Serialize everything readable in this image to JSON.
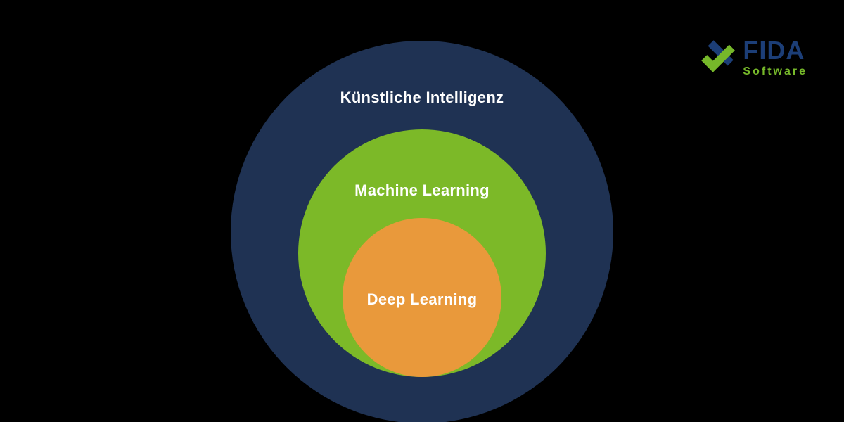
{
  "background_color": "#000000",
  "diagram": {
    "type": "nested-circles",
    "rings": {
      "outer": {
        "label": "Künstliche Intelligenz",
        "color": "#1f3253",
        "text_color": "#ffffff"
      },
      "middle": {
        "label": "Machine Learning",
        "color": "#7cb928",
        "text_color": "#ffffff"
      },
      "inner": {
        "label": "Deep Learning",
        "color": "#e9993b",
        "text_color": "#ffffff"
      }
    }
  },
  "logo": {
    "icon": "fida-check-icon",
    "name": "FIDA",
    "subtitle": "Software",
    "name_color": "#1c3e77",
    "subtitle_color": "#76b82a"
  }
}
